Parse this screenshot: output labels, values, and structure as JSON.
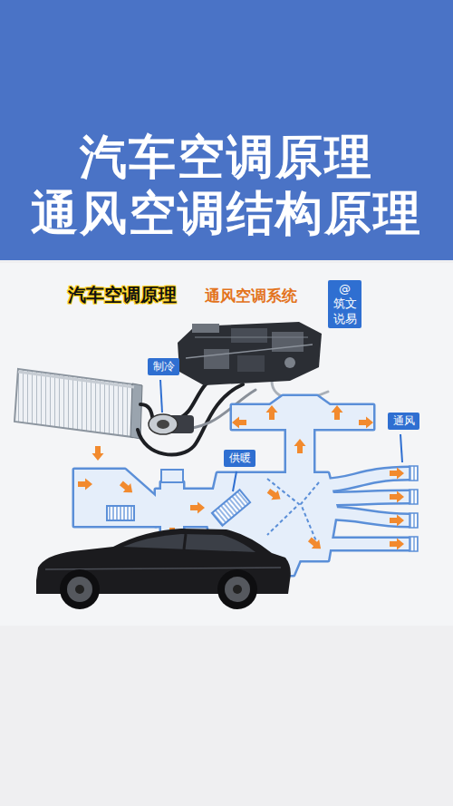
{
  "diagram": {
    "title": "汽车空调原理 通风空调结构原理",
    "nodes": [
      {
        "text": [
          "@筑文 说易"
        ]
      },
      {
        "text": [
          "制冷"
        ]
      },
      {
        "text": [
          "通风"
        ]
      },
      {
        "text": [
          "供暖"
        ]
      }
    ],
    "labels": [
      "汽车空调原理",
      "通风空调系统"
    ]
  }
}
